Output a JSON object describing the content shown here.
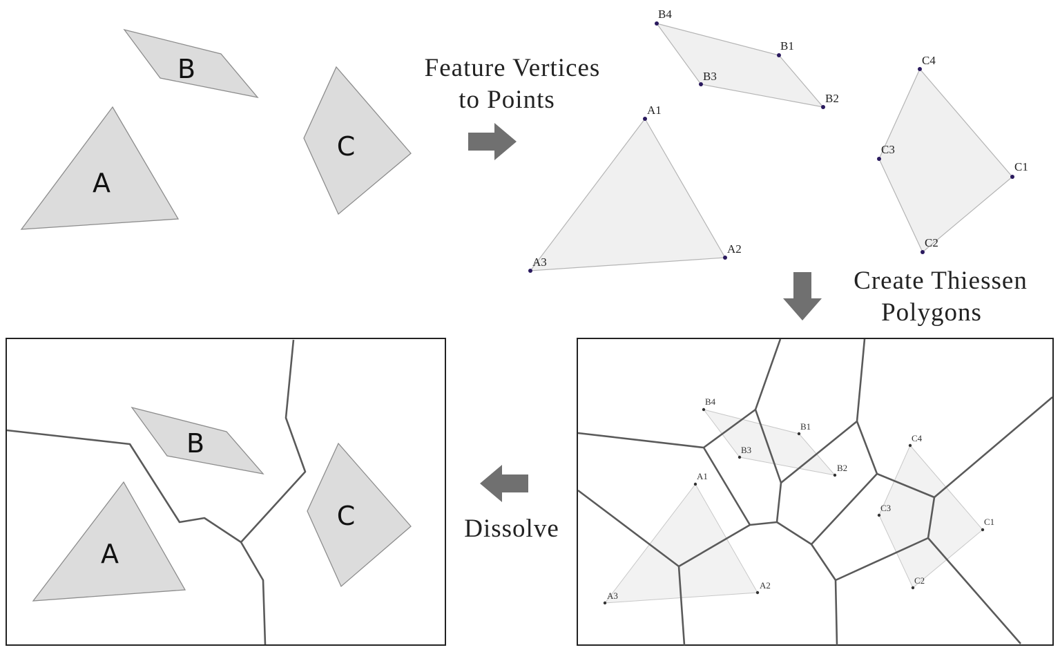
{
  "panel_input": {
    "labels": {
      "A": "A",
      "B": "B",
      "C": "C"
    }
  },
  "step1": {
    "line1": "Feature Vertices",
    "line2": "to Points"
  },
  "panel_points": {
    "labels": {
      "A1": "A1",
      "A2": "A2",
      "A3": "A3",
      "B1": "B1",
      "B2": "B2",
      "B3": "B3",
      "B4": "B4",
      "C1": "C1",
      "C2": "C2",
      "C3": "C3",
      "C4": "C4"
    }
  },
  "step2": {
    "line1": "Create Thiessen",
    "line2": "Polygons"
  },
  "panel_thiessen": {
    "labels": {
      "A1": "A1",
      "A2": "A2",
      "A3": "A3",
      "B1": "B1",
      "B2": "B2",
      "B3": "B3",
      "B4": "B4",
      "C1": "C1",
      "C2": "C2",
      "C3": "C3",
      "C4": "C4"
    }
  },
  "step3": {
    "label": "Dissolve"
  },
  "panel_result": {
    "labels": {
      "A": "A",
      "B": "B",
      "C": "C"
    }
  }
}
